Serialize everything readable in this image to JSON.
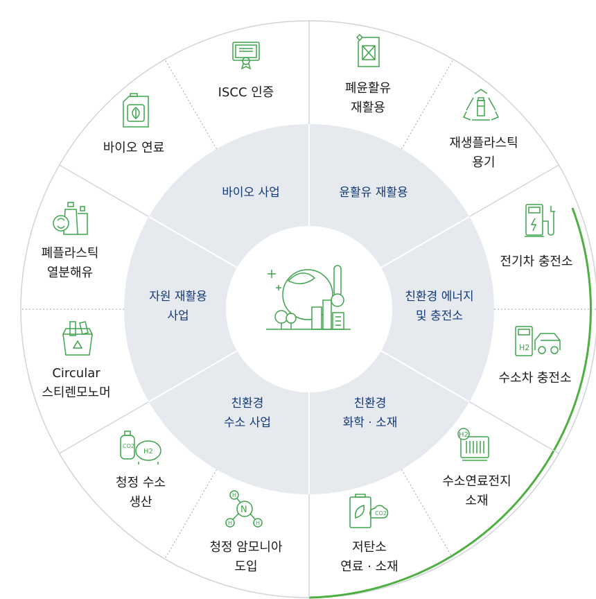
{
  "colors": {
    "ring_line": "#d2d6dc",
    "inner_fill": "#e6e9ee",
    "icon_green": "#3fa34d",
    "accent_green": "#4caf3f",
    "inner_text": "#123a7a",
    "outer_text": "#1a1a1a"
  },
  "inner_segments": [
    {
      "key": "bio",
      "lines": [
        "바이오 사업"
      ]
    },
    {
      "key": "lube",
      "lines": [
        "윤활유 재활용"
      ]
    },
    {
      "key": "energy",
      "lines": [
        "친환경 에너지",
        "및 충전소"
      ]
    },
    {
      "key": "chem",
      "lines": [
        "친환경",
        "화학 · 소재"
      ]
    },
    {
      "key": "hydrogen",
      "lines": [
        "친환경",
        "수소 사업"
      ]
    },
    {
      "key": "recycle",
      "lines": [
        "자원 재활용",
        "사업"
      ]
    }
  ],
  "outer_segments": [
    {
      "key": "iscc",
      "icon": "certificate-icon",
      "lines": [
        "ISCC 인증"
      ]
    },
    {
      "key": "waste-oil",
      "icon": "oil-can-icon",
      "lines": [
        "폐윤활유",
        "재활용"
      ]
    },
    {
      "key": "recycled-container",
      "icon": "recycle-bottle-icon",
      "lines": [
        "재생플라스틱",
        "용기"
      ]
    },
    {
      "key": "ev-charging",
      "icon": "ev-charger-icon",
      "lines": [
        "전기차 충전소"
      ]
    },
    {
      "key": "h2-charging",
      "icon": "hydrogen-station-icon",
      "lines": [
        "수소차 충전소"
      ]
    },
    {
      "key": "fuel-cell",
      "icon": "fuel-cell-icon",
      "lines": [
        "수소연료전지",
        "소재"
      ]
    },
    {
      "key": "low-carbon",
      "icon": "low-carbon-fuel-icon",
      "lines": [
        "저탄소",
        "연료 · 소재"
      ]
    },
    {
      "key": "ammonia",
      "icon": "ammonia-molecule-icon",
      "lines": [
        "청정 암모니아",
        "도입"
      ]
    },
    {
      "key": "clean-h2",
      "icon": "clean-hydrogen-icon",
      "lines": [
        "청정 수소",
        "생산"
      ]
    },
    {
      "key": "circular",
      "icon": "recycle-bin-icon",
      "lines": [
        "Circular",
        "스티렌모노머"
      ]
    },
    {
      "key": "pyrolysis",
      "icon": "plastic-bottles-icon",
      "lines": [
        "폐플라스틱",
        "열분해유"
      ]
    },
    {
      "key": "bio-fuel",
      "icon": "bio-fuel-can-icon",
      "lines": [
        "바이오 연료"
      ]
    }
  ],
  "center": {
    "icon": "eco-city-icon"
  }
}
